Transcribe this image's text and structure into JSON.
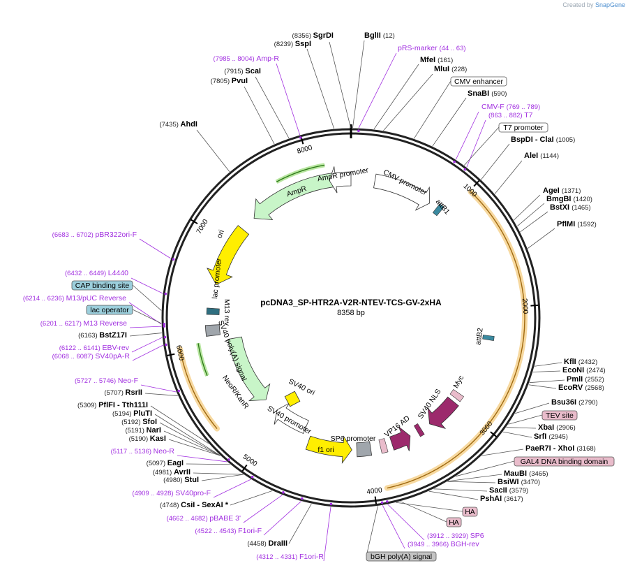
{
  "brand": {
    "prefix": "Created by",
    "name": "SnapGene"
  },
  "plasmid": {
    "name": "pcDNA3_SP-HTR2A-V2R-NTEV-TCS-GV-2xHA",
    "length_label": "8358 bp",
    "length": 8358
  },
  "ticks": [
    "1000",
    "2000",
    "3000",
    "4000",
    "5000",
    "6000",
    "7000",
    "8000"
  ],
  "enzymes": [
    {
      "name": "SgrDI",
      "pos": "(8356)",
      "bp": 8356
    },
    {
      "name": "SspI",
      "pos": "(8239)",
      "bp": 8239
    },
    {
      "name": "ScaI",
      "pos": "(7915)",
      "bp": 7915
    },
    {
      "name": "PvuI",
      "pos": "(7805)",
      "bp": 7805
    },
    {
      "name": "AhdI",
      "pos": "(7435)",
      "bp": 7435
    },
    {
      "name": "BglII",
      "pos": "(12)",
      "bp": 12
    },
    {
      "name": "MfeI",
      "pos": "(161)",
      "bp": 161
    },
    {
      "name": "MluI",
      "pos": "(228)",
      "bp": 228
    },
    {
      "name": "SnaBI",
      "pos": "(590)",
      "bp": 590
    },
    {
      "name": "BspDI - ClaI",
      "pos": "(1005)",
      "bp": 1005
    },
    {
      "name": "AleI",
      "pos": "(1144)",
      "bp": 1144
    },
    {
      "name": "AgeI",
      "pos": "(1371)",
      "bp": 1371
    },
    {
      "name": "BmgBI",
      "pos": "(1420)",
      "bp": 1420
    },
    {
      "name": "BstXI",
      "pos": "(1465)",
      "bp": 1465
    },
    {
      "name": "PflMI",
      "pos": "(1592)",
      "bp": 1592
    },
    {
      "name": "KflI",
      "pos": "(2432)",
      "bp": 2432
    },
    {
      "name": "EcoNI",
      "pos": "(2474)",
      "bp": 2474
    },
    {
      "name": "PmlI",
      "pos": "(2552)",
      "bp": 2552
    },
    {
      "name": "EcoRV",
      "pos": "(2568)",
      "bp": 2568
    },
    {
      "name": "Bsu36I",
      "pos": "(2790)",
      "bp": 2790
    },
    {
      "name": "XbaI",
      "pos": "(2906)",
      "bp": 2906
    },
    {
      "name": "SrfI",
      "pos": "(2945)",
      "bp": 2945
    },
    {
      "name": "PaeR7I - XhoI",
      "pos": "(3168)",
      "bp": 3168
    },
    {
      "name": "MauBI",
      "pos": "(3465)",
      "bp": 3465
    },
    {
      "name": "BsiWI",
      "pos": "(3470)",
      "bp": 3470
    },
    {
      "name": "SacII",
      "pos": "(3579)",
      "bp": 3579
    },
    {
      "name": "PshAI",
      "pos": "(3617)",
      "bp": 3617
    },
    {
      "name": "BstZ17I",
      "pos": "(6163)",
      "bp": 6163
    },
    {
      "name": "RsrII",
      "pos": "(5707)",
      "bp": 5707
    },
    {
      "name": "PflFI - Tth111I",
      "pos": "(5309)",
      "bp": 5309
    },
    {
      "name": "PluTI",
      "pos": "(5194)",
      "bp": 5194
    },
    {
      "name": "SfoI",
      "pos": "(5192)",
      "bp": 5192
    },
    {
      "name": "NarI",
      "pos": "(5191)",
      "bp": 5191
    },
    {
      "name": "KasI",
      "pos": "(5190)",
      "bp": 5190
    },
    {
      "name": "EagI",
      "pos": "(5097)",
      "bp": 5097
    },
    {
      "name": "AvrII",
      "pos": "(4981)",
      "bp": 4981
    },
    {
      "name": "StuI",
      "pos": "(4980)",
      "bp": 4980
    },
    {
      "name": "CsiI - SexAI *",
      "pos": "(4748)",
      "bp": 4748
    },
    {
      "name": "DraIII",
      "pos": "(4458)",
      "bp": 4458
    }
  ],
  "primers": [
    {
      "name": "Amp-R",
      "range": "(7985 .. 8004)",
      "bp": 7995
    },
    {
      "name": "pRS-marker",
      "range": "(44 .. 63)",
      "bp": 54
    },
    {
      "name": "CMV-F",
      "range": "(769 .. 789)",
      "bp": 779
    },
    {
      "name": "T7",
      "range": "(863 .. 882)",
      "bp": 872
    },
    {
      "name": "pBR322ori-F",
      "range": "(6683 .. 6702)",
      "bp": 6692
    },
    {
      "name": "L4440",
      "range": "(6432 .. 6449)",
      "bp": 6440
    },
    {
      "name": "M13/pUC Reverse",
      "range": "(6214 .. 6236)",
      "bp": 6225
    },
    {
      "name": "M13 Reverse",
      "range": "(6201 .. 6217)",
      "bp": 6209
    },
    {
      "name": "EBV-rev",
      "range": "(6122 .. 6141)",
      "bp": 6131
    },
    {
      "name": "SV40pA-R",
      "range": "(6068 .. 6087)",
      "bp": 6077
    },
    {
      "name": "Neo-F",
      "range": "(5727 .. 5746)",
      "bp": 5736
    },
    {
      "name": "Neo-R",
      "range": "(5117 .. 5136)",
      "bp": 5126
    },
    {
      "name": "SV40pro-F",
      "range": "(4909 .. 4928)",
      "bp": 4918
    },
    {
      "name": "pBABE 3'",
      "range": "(4662 .. 4682)",
      "bp": 4672
    },
    {
      "name": "F1ori-F",
      "range": "(4522 .. 4543)",
      "bp": 4532
    },
    {
      "name": "F1ori-R",
      "range": "(4312 .. 4331)",
      "bp": 4321
    },
    {
      "name": "SP6",
      "range": "(3912 .. 3929)",
      "bp": 3920
    },
    {
      "name": "BGH-rev",
      "range": "(3949 .. 3966)",
      "bp": 3957
    }
  ],
  "boxed_labels": [
    {
      "name": "CMV enhancer",
      "style": "white"
    },
    {
      "name": "T7 promoter",
      "style": "white"
    },
    {
      "name": "CAP binding site",
      "style": "teal"
    },
    {
      "name": "lac operator",
      "style": "teal"
    },
    {
      "name": "TEV site",
      "style": "pink"
    },
    {
      "name": "GAL4 DNA binding domain",
      "style": "pink"
    },
    {
      "name": "HA",
      "style": "pink"
    },
    {
      "name": "HA",
      "style": "pink"
    },
    {
      "name": "bGH poly(A) signal",
      "style": "gray"
    }
  ],
  "features": {
    "ampr_promoter": "AmpR promoter",
    "ampr": "AmpR",
    "cmv_promoter": "CMV promoter",
    "attb1": "attB1",
    "attb2": "attB2",
    "ori": "ori",
    "lac_promoter": "lac promoter",
    "m13_rev": "M13 rev",
    "sv40_polya": "SV40 poly(A) signal",
    "neo_kanr": "NeoR/KanR",
    "sv40_ori": "SV40 ori",
    "sv40_promoter": "SV40 promoter",
    "f1_ori": "f1 ori",
    "sp6_promoter": "SP6 promoter",
    "vp16_ad": "VP16 AD",
    "sv40_nls": "SV40 NLS",
    "myc": "Myc"
  },
  "colors": {
    "ring": "#222222",
    "cds_green": "#c8f5c8",
    "ori_yellow": "#ffee00",
    "orange_highlight": "#f7d9a0",
    "vp16_purple": "#9c2a6c",
    "primer_purple": "#a12fe0",
    "teal_box": "#9ccfdc",
    "pink_box": "#e9bccb",
    "gray_box": "#c4c4c4"
  }
}
